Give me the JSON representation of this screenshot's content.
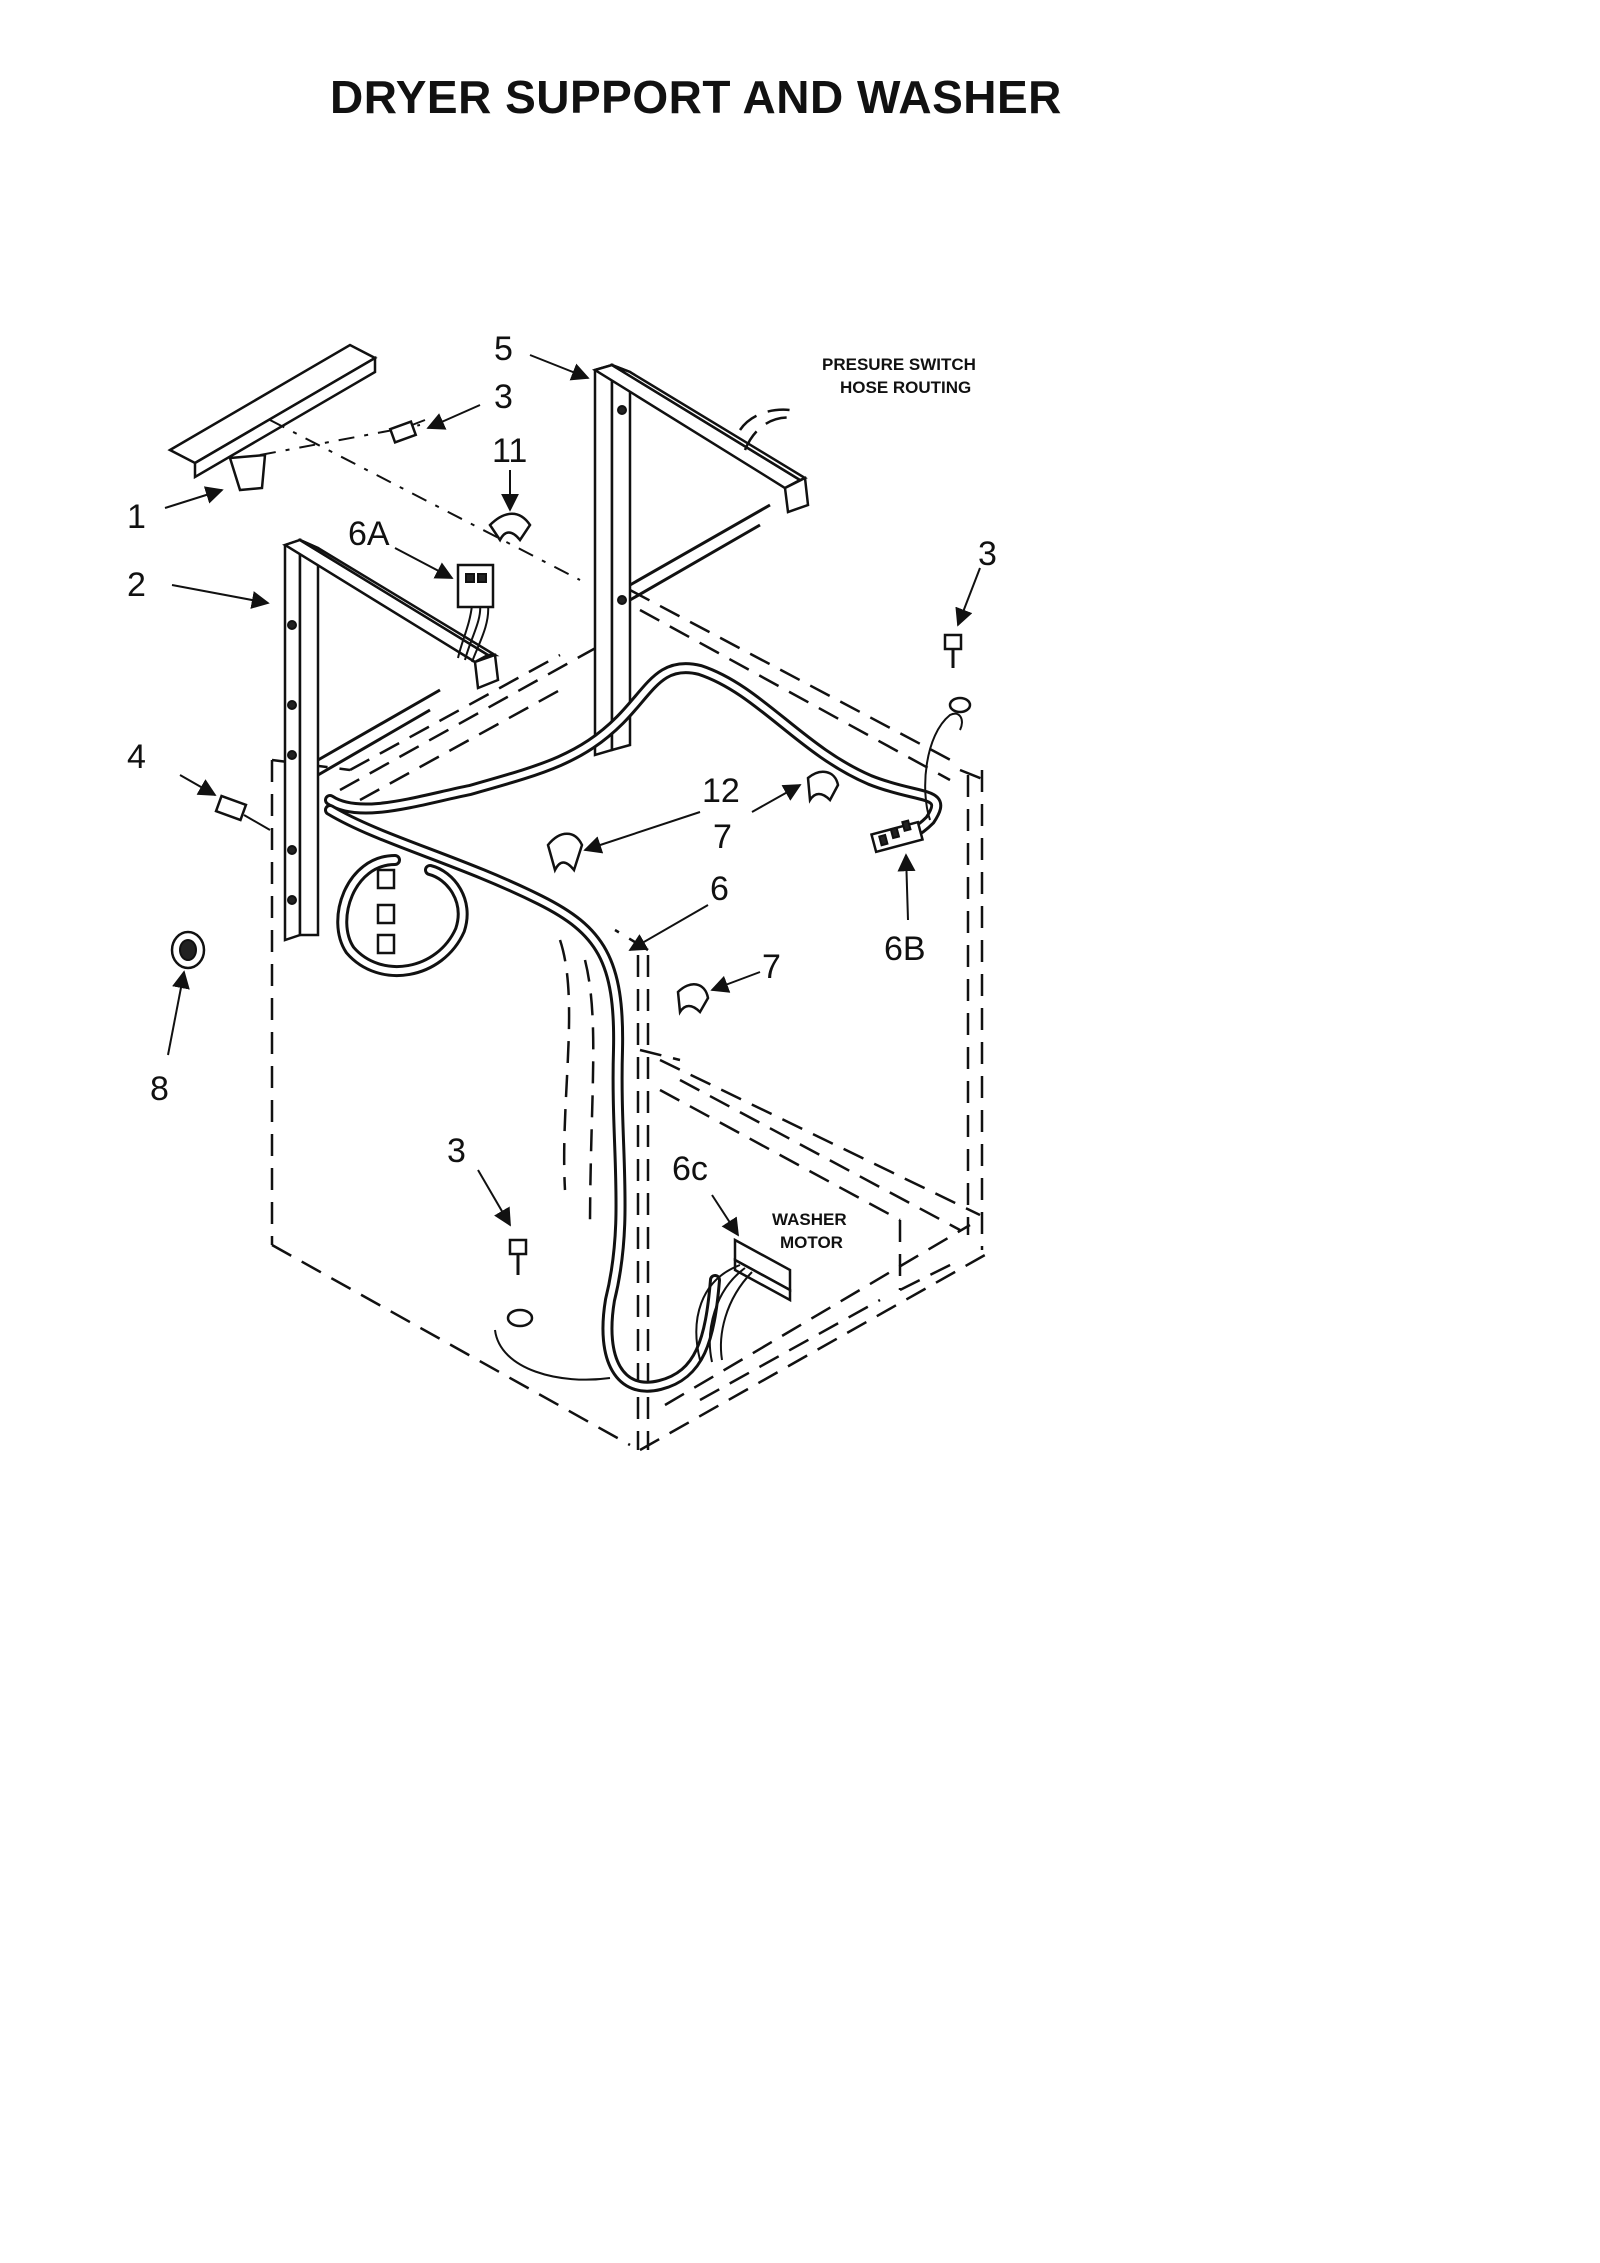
{
  "title": "DRYER SUPPORT AND WASHER",
  "callouts": {
    "c1": "1",
    "c2": "2",
    "c3a": "3",
    "c3b": "3",
    "c3c": "3",
    "c4": "4",
    "c5": "5",
    "c6": "6",
    "c6a": "6A",
    "c6b": "6B",
    "c6c": "6c",
    "c7a": "7",
    "c7b": "7",
    "c8": "8",
    "c11": "11",
    "c12": "12"
  },
  "notes": {
    "pressure_switch_line1": "PRESURE SWITCH",
    "pressure_switch_line2": "HOSE ROUTING",
    "washer_motor_line1": "WASHER",
    "washer_motor_line2": "MOTOR"
  }
}
